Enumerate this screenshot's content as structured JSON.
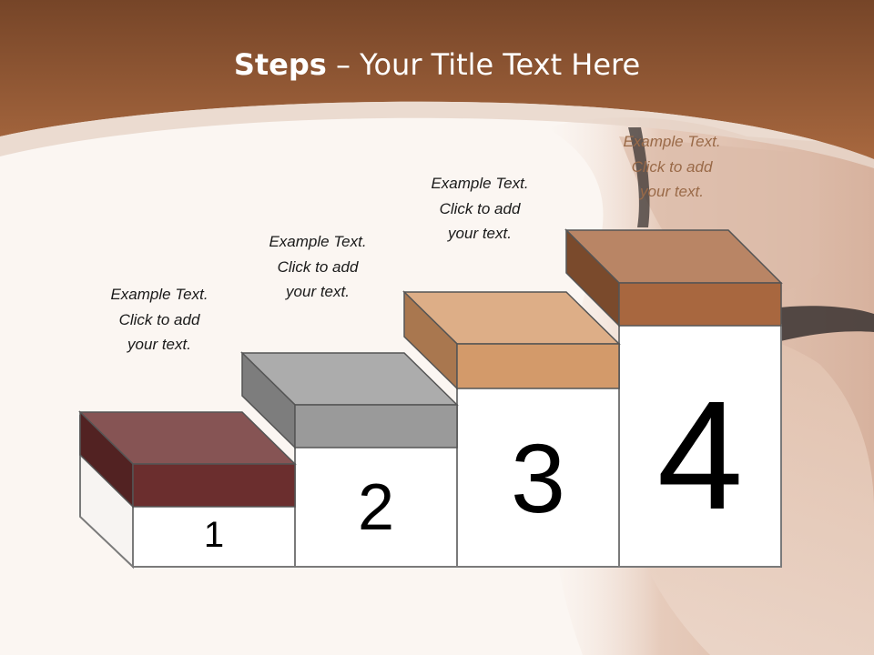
{
  "slide": {
    "title_bold": "Steps",
    "title_rest": " – Your Title Text Here"
  },
  "steps": [
    {
      "number": "1",
      "text_lines": [
        "Example Text.",
        "Click  to add",
        "your text."
      ],
      "color": "#6b2e2e"
    },
    {
      "number": "2",
      "text_lines": [
        "Example Text.",
        "Click  to add",
        "your text."
      ],
      "color": "#9a9a9a"
    },
    {
      "number": "3",
      "text_lines": [
        "Example Text.",
        "Click  to add",
        "your text."
      ],
      "color": "#d39a6a"
    },
    {
      "number": "4",
      "text_lines": [
        "Example Text.",
        "Click  to add",
        "your text."
      ],
      "color": "#a8673f"
    }
  ],
  "colors": {
    "header_brown": "#8a5432",
    "background": "#fbf6f2"
  }
}
